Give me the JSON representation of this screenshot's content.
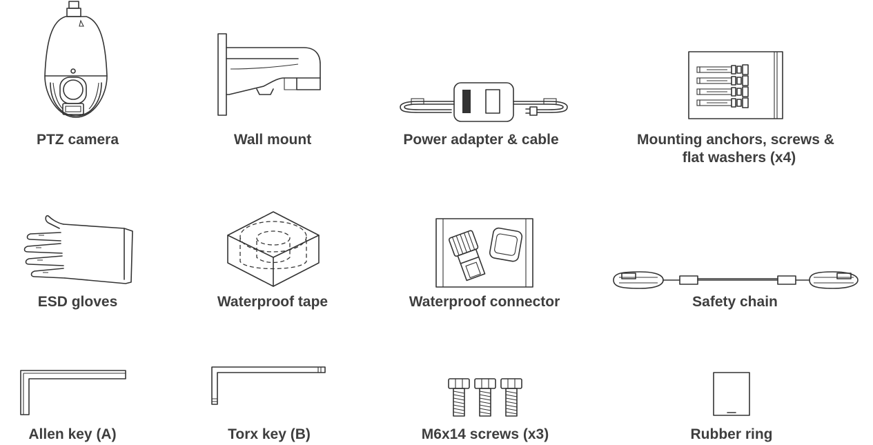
{
  "items": [
    {
      "label": "PTZ camera",
      "icon": "ptz-camera-icon"
    },
    {
      "label": "Wall mount",
      "icon": "wall-mount-icon"
    },
    {
      "label": "Power adapter & cable",
      "icon": "power-adapter-icon"
    },
    {
      "label_line1": "Mounting anchors, screws &",
      "label_line2": "flat washers (x4)",
      "icon": "anchors-screws-icon"
    },
    {
      "label": "ESD gloves",
      "icon": "gloves-icon"
    },
    {
      "label": "Waterproof tape",
      "icon": "tape-icon"
    },
    {
      "label": "Waterproof connector",
      "icon": "connector-icon"
    },
    {
      "label": "Safety chain",
      "icon": "safety-chain-icon"
    },
    {
      "label": "Allen key (A)",
      "icon": "allen-key-icon"
    },
    {
      "label": "Torx key (B)",
      "icon": "torx-key-icon"
    },
    {
      "label": "M6x14 screws (x3)",
      "icon": "screws-icon"
    },
    {
      "label": "Rubber ring",
      "icon": "rubber-ring-icon"
    }
  ]
}
